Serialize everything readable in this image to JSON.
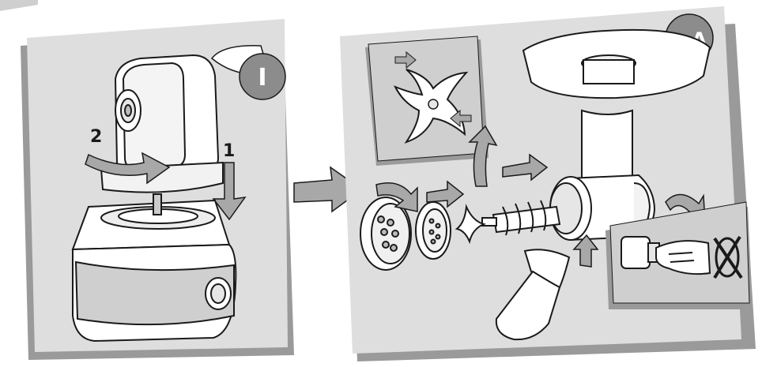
{
  "colors": {
    "panel_light": "#dedede",
    "panel_dark": "#9a9a9a",
    "arrow_fill": "#a8a8a8",
    "badge": "#8c8c8c",
    "line": "#1a1a1a"
  },
  "left_panel": {
    "badge_label": "I",
    "step_labels": [
      "1",
      "2"
    ],
    "icon": "food-processor-motor-unit-icon"
  },
  "right_panel": {
    "badge_label": "mA",
    "icon": "meat-mincer-attachment-icon",
    "inset_cutter_icon": "cutter-blade-icon",
    "inset_hand_icon": "hand-no-rotate-icon"
  },
  "connector_icon": "big-right-arrow-icon"
}
